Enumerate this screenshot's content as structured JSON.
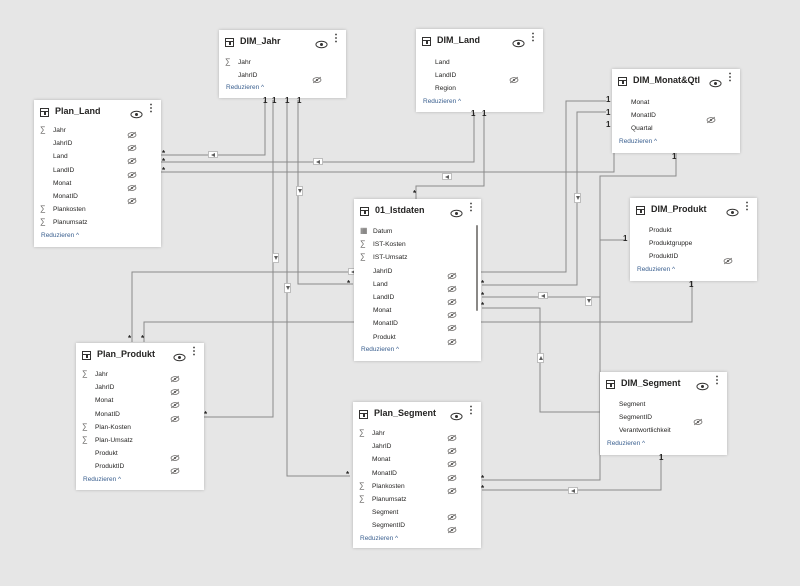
{
  "reduce_label": "Reduzieren ^",
  "icons": {
    "sum": "∑",
    "calendar": "▦",
    "eye": "eye-icon",
    "hidden": "eye-slash-icon",
    "more": "⋮"
  },
  "tables": [
    {
      "id": "dim-jahr",
      "name": "DIM_Jahr",
      "fields": [
        {
          "name": "Jahr",
          "type": "sum",
          "hidden": false
        },
        {
          "name": "JahrID",
          "type": "text",
          "hidden": true
        }
      ]
    },
    {
      "id": "dim-land",
      "name": "DIM_Land",
      "fields": [
        {
          "name": "Land",
          "type": "text",
          "hidden": false
        },
        {
          "name": "LandID",
          "type": "text",
          "hidden": true
        },
        {
          "name": "Region",
          "type": "text",
          "hidden": false
        }
      ]
    },
    {
      "id": "dim-monat-qtl",
      "name": "DIM_Monat&Qtl",
      "fields": [
        {
          "name": "Monat",
          "type": "text",
          "hidden": false
        },
        {
          "name": "MonatID",
          "type": "text",
          "hidden": true
        },
        {
          "name": "Quartal",
          "type": "text",
          "hidden": false
        }
      ]
    },
    {
      "id": "plan-land",
      "name": "Plan_Land",
      "fields": [
        {
          "name": "Jahr",
          "type": "sum",
          "hidden": true
        },
        {
          "name": "JahrID",
          "type": "text",
          "hidden": true
        },
        {
          "name": "Land",
          "type": "text",
          "hidden": true
        },
        {
          "name": "LandID",
          "type": "text",
          "hidden": true
        },
        {
          "name": "Monat",
          "type": "text",
          "hidden": true
        },
        {
          "name": "MonatID",
          "type": "text",
          "hidden": true
        },
        {
          "name": "Plankosten",
          "type": "sum",
          "hidden": false
        },
        {
          "name": "Planumsatz",
          "type": "sum",
          "hidden": false
        }
      ]
    },
    {
      "id": "istdaten",
      "name": "01_Istdaten",
      "fields": [
        {
          "name": "Datum",
          "type": "calendar",
          "hidden": false
        },
        {
          "name": "IST-Kosten",
          "type": "sum",
          "hidden": false
        },
        {
          "name": "IST-Umsatz",
          "type": "sum",
          "hidden": false
        },
        {
          "name": "JahrID",
          "type": "text",
          "hidden": true
        },
        {
          "name": "Land",
          "type": "text",
          "hidden": true
        },
        {
          "name": "LandID",
          "type": "text",
          "hidden": true
        },
        {
          "name": "Monat",
          "type": "text",
          "hidden": true
        },
        {
          "name": "MonatID",
          "type": "text",
          "hidden": true
        },
        {
          "name": "Produkt",
          "type": "text",
          "hidden": true
        }
      ]
    },
    {
      "id": "dim-produkt",
      "name": "DIM_Produkt",
      "fields": [
        {
          "name": "Produkt",
          "type": "text",
          "hidden": false
        },
        {
          "name": "Produktgruppe",
          "type": "text",
          "hidden": false
        },
        {
          "name": "ProduktID",
          "type": "text",
          "hidden": true
        }
      ]
    },
    {
      "id": "plan-produkt",
      "name": "Plan_Produkt",
      "fields": [
        {
          "name": "Jahr",
          "type": "sum",
          "hidden": true
        },
        {
          "name": "JahrID",
          "type": "text",
          "hidden": true
        },
        {
          "name": "Monat",
          "type": "text",
          "hidden": true
        },
        {
          "name": "MonatID",
          "type": "text",
          "hidden": true
        },
        {
          "name": "Plan-Kosten",
          "type": "sum",
          "hidden": false
        },
        {
          "name": "Plan-Umsatz",
          "type": "sum",
          "hidden": false
        },
        {
          "name": "Produkt",
          "type": "text",
          "hidden": true
        },
        {
          "name": "ProduktID",
          "type": "text",
          "hidden": true
        }
      ]
    },
    {
      "id": "dim-segment",
      "name": "DIM_Segment",
      "fields": [
        {
          "name": "Segment",
          "type": "text",
          "hidden": false
        },
        {
          "name": "SegmentID",
          "type": "text",
          "hidden": true
        },
        {
          "name": "Verantwortlichkeit",
          "type": "text",
          "hidden": false
        }
      ]
    },
    {
      "id": "plan-segment",
      "name": "Plan_Segment",
      "fields": [
        {
          "name": "Jahr",
          "type": "sum",
          "hidden": true
        },
        {
          "name": "JahrID",
          "type": "text",
          "hidden": true
        },
        {
          "name": "Monat",
          "type": "text",
          "hidden": true
        },
        {
          "name": "MonatID",
          "type": "text",
          "hidden": true
        },
        {
          "name": "Plankosten",
          "type": "sum",
          "hidden": true
        },
        {
          "name": "Planumsatz",
          "type": "sum",
          "hidden": false
        },
        {
          "name": "Segment",
          "type": "text",
          "hidden": true
        },
        {
          "name": "SegmentID",
          "type": "text",
          "hidden": true
        }
      ]
    }
  ],
  "relationships": [
    {
      "from": "DIM_Jahr",
      "to": "Plan_Land",
      "one": "1",
      "many": "*"
    },
    {
      "from": "DIM_Jahr",
      "to": "Plan_Produkt",
      "one": "1",
      "many": "*"
    },
    {
      "from": "DIM_Jahr",
      "to": "01_Istdaten",
      "one": "1",
      "many": "*"
    },
    {
      "from": "DIM_Jahr",
      "to": "Plan_Segment",
      "one": "1",
      "many": "*"
    },
    {
      "from": "DIM_Land",
      "to": "Plan_Land",
      "one": "1",
      "many": "*"
    },
    {
      "from": "DIM_Land",
      "to": "01_Istdaten",
      "one": "1",
      "many": "*"
    },
    {
      "from": "DIM_Monat&Qtl",
      "to": "Plan_Land",
      "one": "1",
      "many": "*"
    },
    {
      "from": "DIM_Monat&Qtl",
      "to": "Plan_Produkt",
      "one": "1",
      "many": "*"
    },
    {
      "from": "DIM_Monat&Qtl",
      "to": "01_Istdaten",
      "one": "1",
      "many": "*"
    },
    {
      "from": "DIM_Monat&Qtl",
      "to": "Plan_Segment",
      "one": "1",
      "many": "*"
    },
    {
      "from": "DIM_Produkt",
      "to": "01_Istdaten",
      "one": "1",
      "many": "*"
    },
    {
      "from": "DIM_Produkt",
      "to": "Plan_Produkt",
      "one": "1",
      "many": "*"
    },
    {
      "from": "DIM_Segment",
      "to": "Plan_Segment",
      "one": "1",
      "many": "*"
    }
  ]
}
